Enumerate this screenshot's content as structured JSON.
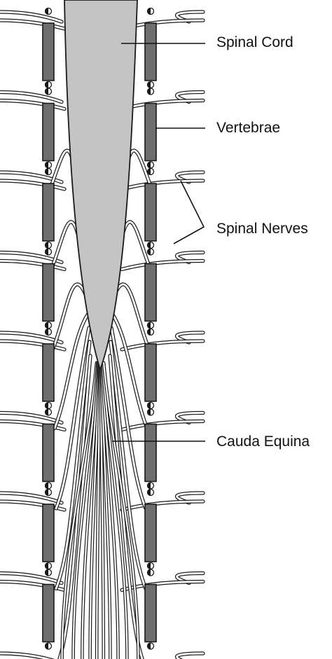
{
  "labels": {
    "spinal_cord": "Spinal Cord",
    "vertebrae": "Vertebrae",
    "spinal_nerves": "Spinal Nerves",
    "cauda_equina": "Cauda Equina"
  },
  "colors": {
    "cord_fill": "#c4c4c4",
    "vertebra_fill": "#6e6e6e",
    "outline": "#1a1a1a",
    "nerve_fill": "#ffffff",
    "background": "#ffffff"
  },
  "segment_count": 8
}
